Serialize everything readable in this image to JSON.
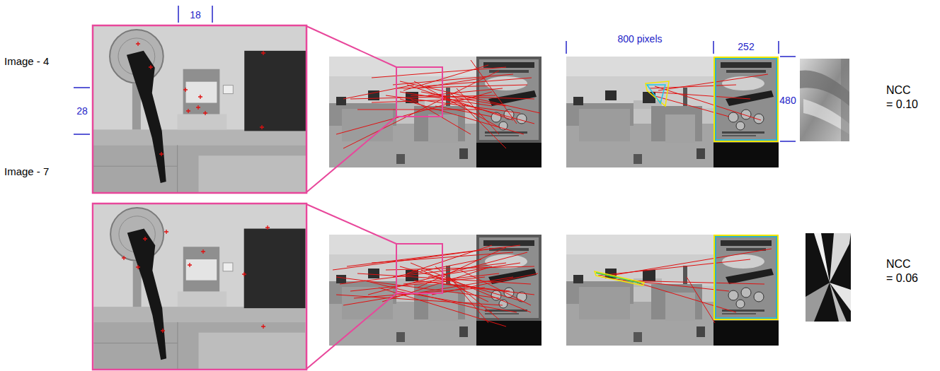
{
  "diagram": {
    "labels": [
      "18",
      "28",
      "Image - 4",
      "800 pixels",
      "252",
      "480",
      "NCC = 0.10",
      "Image - 7",
      "NCC = 0.06"
    ]
  }
}
